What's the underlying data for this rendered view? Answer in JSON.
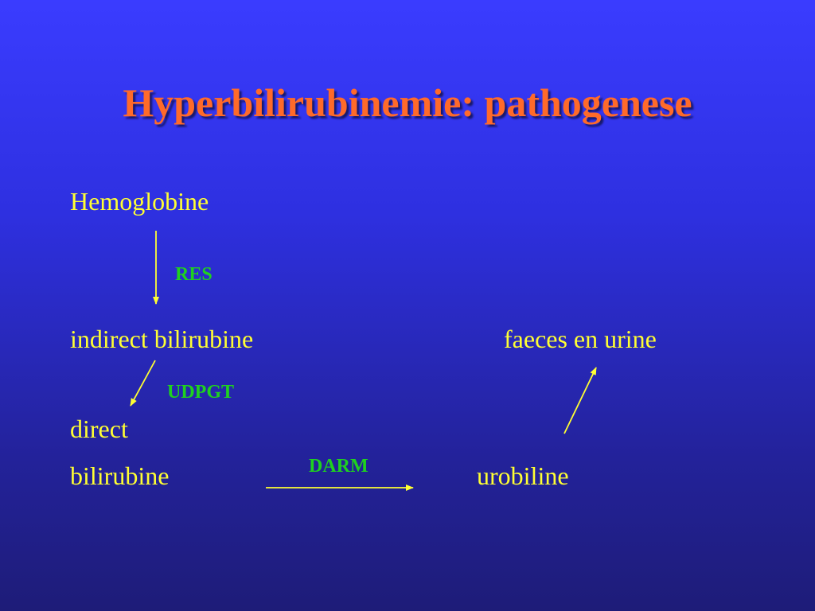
{
  "slide": {
    "title": "Hyperbilirubinemie: pathogenese"
  },
  "diagram": {
    "nodes": {
      "hemoglobine": "Hemoglobine",
      "indirect_bilirubine": "indirect bilirubine",
      "direct": "direct",
      "bilirubine": "bilirubine",
      "faeces_en_urine": "faeces en urine",
      "urobiline": "urobiline"
    },
    "edge_labels": {
      "res": "RES",
      "udpgt": "UDPGT",
      "darm": "DARM"
    }
  },
  "colors": {
    "title": "#ff6a2a",
    "text": "#ffff33",
    "enzyme_label": "#1fd11f",
    "arrow": "#ffff33",
    "background_top": "#3a3cff",
    "background_bottom": "#1e1c78"
  }
}
